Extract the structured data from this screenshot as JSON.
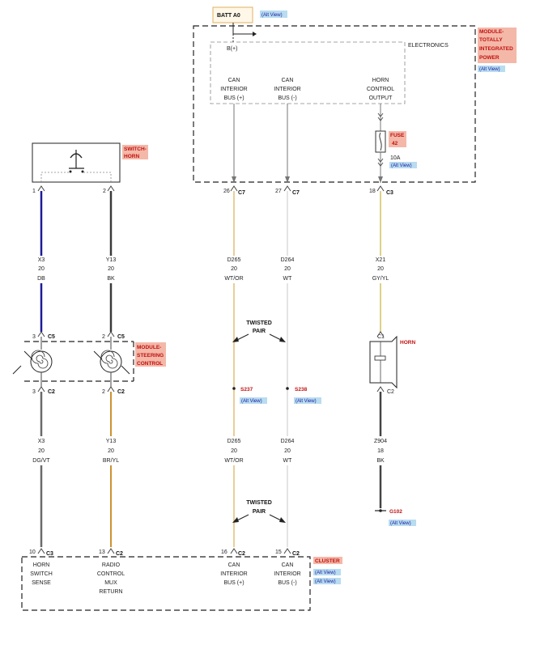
{
  "batt": {
    "label": "BATT A0",
    "alt_view": "(Alt View)"
  },
  "tipm": {
    "title_lines": [
      "MODULE-",
      "TOTALLY",
      "INTEGRATED",
      "POWER"
    ],
    "alt_view": "(Alt View)",
    "b_plus": "B(+)",
    "electronics": "ELECTRONICS",
    "can_plus": [
      "CAN",
      "INTERIOR",
      "BUS (+)"
    ],
    "can_minus": [
      "CAN",
      "INTERIOR",
      "BUS (-)"
    ],
    "horn_out": [
      "HORN",
      "CONTROL",
      "OUTPUT"
    ],
    "fuse_label": "FUSE",
    "fuse_num": "42",
    "fuse_rating": "10A",
    "fuse_alt": "(Alt View)"
  },
  "switch_horn": {
    "title_lines": [
      "SWITCH-",
      "HORN"
    ],
    "pin1": "1",
    "pin2": "2"
  },
  "wires_upper": [
    {
      "code": "X3",
      "gauge": "20",
      "color": "DB"
    },
    {
      "code": "Y13",
      "gauge": "20",
      "color": "BK"
    },
    {
      "code": "D265",
      "gauge": "20",
      "color": "WT/OR"
    },
    {
      "code": "D264",
      "gauge": "20",
      "color": "WT"
    },
    {
      "code": "X21",
      "gauge": "20",
      "color": "GY/YL"
    }
  ],
  "tipm_connectors": [
    {
      "pin": "26",
      "conn": "C7"
    },
    {
      "pin": "27",
      "conn": "C7"
    },
    {
      "pin": "18",
      "conn": "C3"
    }
  ],
  "steering": {
    "title_lines": [
      "MODULE-",
      "STEERING",
      "CONTROL"
    ],
    "top_pins": [
      {
        "pin": "3",
        "conn": "C5"
      },
      {
        "pin": "2",
        "conn": "C5"
      }
    ],
    "bottom_pins": [
      {
        "pin": "3",
        "conn": "C2"
      },
      {
        "pin": "2",
        "conn": "C2"
      }
    ]
  },
  "twisted_pair": [
    "TWISTED",
    "PAIR"
  ],
  "splices": [
    {
      "label": "S237",
      "alt_view": "(Alt View)"
    },
    {
      "label": "S238",
      "alt_view": "(Alt View)"
    }
  ],
  "horn": {
    "label": "HORN",
    "c1": "C1",
    "c2": "C2"
  },
  "wires_lower": [
    {
      "code": "X3",
      "gauge": "20",
      "color": "DG/VT"
    },
    {
      "code": "Y13",
      "gauge": "20",
      "color": "BR/YL"
    },
    {
      "code": "D265",
      "gauge": "20",
      "color": "WT/OR"
    },
    {
      "code": "D264",
      "gauge": "20",
      "color": "WT"
    },
    {
      "code": "Z904",
      "gauge": "18",
      "color": "BK"
    }
  ],
  "ground": {
    "label": "G102",
    "alt_view": "(Alt View)"
  },
  "cluster": {
    "title": "CLUSTER",
    "alt_view_1": "(Alt View)",
    "alt_view_2": "(Alt View)",
    "pins": [
      {
        "pin": "10",
        "conn": "C3",
        "lines": [
          "HORN",
          "SWITCH",
          "SENSE"
        ]
      },
      {
        "pin": "13",
        "conn": "C2",
        "lines": [
          "RADIO",
          "CONTROL",
          "MUX",
          "RETURN"
        ]
      },
      {
        "pin": "16",
        "conn": "C2",
        "lines": [
          "CAN",
          "INTERIOR",
          "BUS (+)"
        ]
      },
      {
        "pin": "15",
        "conn": "C2",
        "lines": [
          "CAN",
          "INTERIOR",
          "BUS (-)"
        ]
      }
    ]
  },
  "colors": {
    "dark_blue": "#1c1c9a",
    "black": "#3a3a3a",
    "white_orange": "#e0b86a",
    "white": "#d8d8d8",
    "gray_yellow": "#d6c46a",
    "dark_green_violet": "#6a6a6a",
    "brown_yellow": "#c8861a",
    "black_ground": "#444444"
  }
}
